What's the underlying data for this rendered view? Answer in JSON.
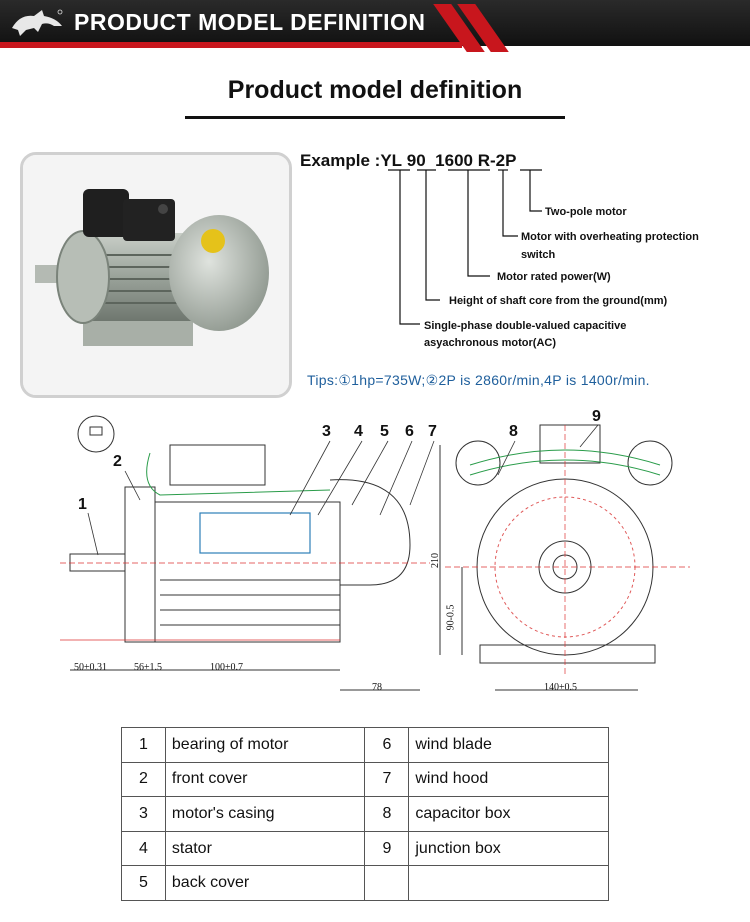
{
  "banner": {
    "title": "PRODUCT MODEL DEFINITION"
  },
  "section_title": "Product model definition",
  "example": {
    "prefix": "Example :",
    "parts": [
      "YL",
      "90",
      "1600",
      "R",
      "-",
      "2P"
    ],
    "labels": [
      "Two-pole motor",
      "Motor with overheating protection",
      "switch",
      "Motor rated power(W)",
      "Height of shaft core from the ground(mm)",
      "Single-phase double-valued capacitive",
      "asyachronous motor(AC)"
    ]
  },
  "tips": "Tips:①1hp=735W;②2P is 2860r/min,4P is 1400r/min.",
  "drawing": {
    "callouts": [
      "1",
      "2",
      "3",
      "4",
      "5",
      "6",
      "7",
      "8",
      "9"
    ],
    "dimensions": [
      "50±0.31",
      "56±1.5",
      "100±0.7",
      "78",
      "210",
      "90-0.5",
      "140±0.5"
    ]
  },
  "parts_table": [
    {
      "num_left": "1",
      "name_left": "bearing of motor",
      "num_right": "6",
      "name_right": "wind blade"
    },
    {
      "num_left": "2",
      "name_left": "front cover",
      "num_right": "7",
      "name_right": "wind hood"
    },
    {
      "num_left": "3",
      "name_left": "motor's casing",
      "num_right": "8",
      "name_right": "capacitor box"
    },
    {
      "num_left": "4",
      "name_left": "stator",
      "num_right": "9",
      "name_right": "junction box"
    },
    {
      "num_left": "5",
      "name_left": "back cover",
      "num_right": "",
      "name_right": ""
    }
  ],
  "colors": {
    "accent_red": "#c8161d",
    "tips_blue": "#1f5f9c",
    "banner_dark": "#1a1a1a"
  }
}
